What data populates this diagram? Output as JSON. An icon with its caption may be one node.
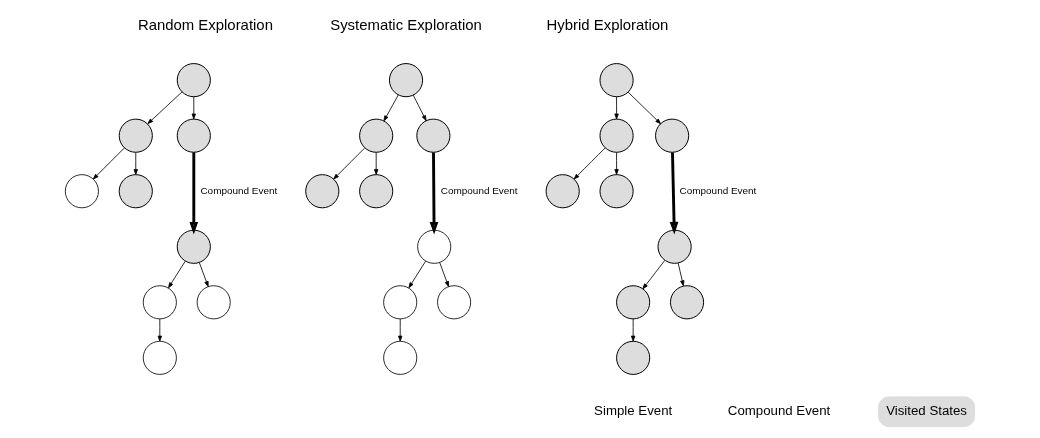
{
  "diagram": {
    "nodes": [
      {
        "text": [],
        "shape": "circle"
      },
      {
        "text": [],
        "shape": "circle"
      },
      {
        "text": [],
        "shape": "circle"
      },
      {
        "text": [],
        "shape": "circle"
      },
      {
        "text": [],
        "shape": "circle"
      },
      {
        "text": [],
        "shape": "circle"
      },
      {
        "text": [],
        "shape": "circle"
      },
      {
        "text": [],
        "shape": "circle"
      },
      {
        "text": [],
        "shape": "circle"
      },
      {
        "text": [],
        "shape": "circle"
      },
      {
        "text": [],
        "shape": "circle"
      },
      {
        "text": [],
        "shape": "circle"
      },
      {
        "text": [],
        "shape": "circle"
      },
      {
        "text": [],
        "shape": "circle"
      },
      {
        "text": [],
        "shape": "circle"
      },
      {
        "text": [],
        "shape": "circle"
      },
      {
        "text": [],
        "shape": "circle"
      },
      {
        "text": [],
        "shape": "circle"
      },
      {
        "text": [],
        "shape": "circle"
      },
      {
        "text": [],
        "shape": "circle"
      },
      {
        "text": [],
        "shape": "circle"
      },
      {
        "text": [],
        "shape": "circle"
      },
      {
        "text": [],
        "shape": "circle"
      },
      {
        "text": [],
        "shape": "circle"
      },
      {
        "text": [],
        "shape": "circle"
      },
      {
        "text": [],
        "shape": "circle"
      },
      {
        "text": [],
        "shape": "circle"
      }
    ],
    "edges": [
      {
        "from": 0,
        "to": 1,
        "arrow": "to"
      },
      {
        "from": 0,
        "to": 2,
        "arrow": "to"
      },
      {
        "from": 1,
        "to": 3,
        "arrow": "to"
      },
      {
        "from": 1,
        "to": 4,
        "arrow": "to"
      },
      {
        "from": 2,
        "to": 5,
        "arrow": "to",
        "style": "thick",
        "label": "Compound Event"
      },
      {
        "from": 5,
        "to": 6,
        "arrow": "to"
      },
      {
        "from": 5,
        "to": 7,
        "arrow": "to"
      },
      {
        "from": 6,
        "to": 8,
        "arrow": "to"
      },
      {
        "from": 9,
        "to": 10,
        "arrow": "to"
      },
      {
        "from": 9,
        "to": 11,
        "arrow": "to"
      },
      {
        "from": 10,
        "to": 12,
        "arrow": "to"
      },
      {
        "from": 10,
        "to": 13,
        "arrow": "to"
      },
      {
        "from": 11,
        "to": 14,
        "arrow": "to",
        "style": "thick",
        "label": "Compound Event"
      },
      {
        "from": 14,
        "to": 15,
        "arrow": "to"
      },
      {
        "from": 14,
        "to": 16,
        "arrow": "to"
      },
      {
        "from": 15,
        "to": 17,
        "arrow": "to"
      },
      {
        "from": 18,
        "to": 19,
        "arrow": "to"
      },
      {
        "from": 18,
        "to": 20,
        "arrow": "to"
      },
      {
        "from": 19,
        "to": 21,
        "arrow": "to"
      },
      {
        "from": 19,
        "to": 22,
        "arrow": "to"
      },
      {
        "from": 20,
        "to": 23,
        "arrow": "to",
        "style": "thick",
        "label": "Compound Event"
      },
      {
        "from": 23,
        "to": 24,
        "arrow": "to"
      },
      {
        "from": 23,
        "to": 25,
        "arrow": "to"
      },
      {
        "from": 24,
        "to": 26,
        "arrow": "to"
      }
    ],
    "labels": [
      "Random Exploration",
      "Systematic Exploration",
      "Hybrid Exploration"
    ],
    "legend": [
      {
        "text": "Simple Event"
      },
      {
        "text": "Compound Event"
      },
      {
        "text": "Visited States",
        "color": "#dddddd"
      }
    ]
  }
}
